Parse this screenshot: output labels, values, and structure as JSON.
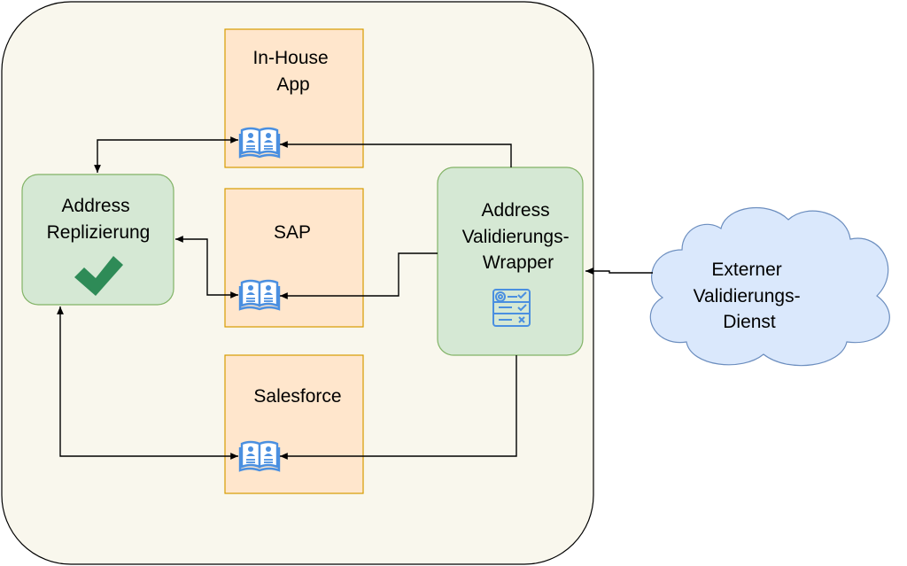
{
  "nodes": {
    "inhouse": {
      "lines": [
        "In-House",
        "App"
      ],
      "icon": "address-book-icon"
    },
    "sap": {
      "lines": [
        "SAP"
      ],
      "icon": "address-book-icon"
    },
    "salesforce": {
      "lines": [
        "Salesforce"
      ],
      "icon": "address-book-icon"
    },
    "replizierung": {
      "lines": [
        "Address",
        "Replizierung"
      ],
      "icon": "checkmark-icon"
    },
    "wrapper": {
      "lines": [
        "Address",
        "Validierungs-",
        "Wrapper"
      ],
      "icon": "validation-form-icon"
    },
    "extern": {
      "lines": [
        "Externer",
        "Validierungs-",
        "Dienst"
      ],
      "icon": "cloud-shape"
    }
  },
  "colors": {
    "container_fill": "#f9f7ed",
    "container_stroke": "#000000",
    "app_fill": "#ffe6cc",
    "app_stroke": "#d79b00",
    "green_fill": "#d5e8d4",
    "green_stroke": "#82b366",
    "cloud_fill": "#dae8fc",
    "cloud_stroke": "#6c8ebf",
    "icon_blue": "#4a8fe0",
    "check_green": "#2e8b57"
  }
}
